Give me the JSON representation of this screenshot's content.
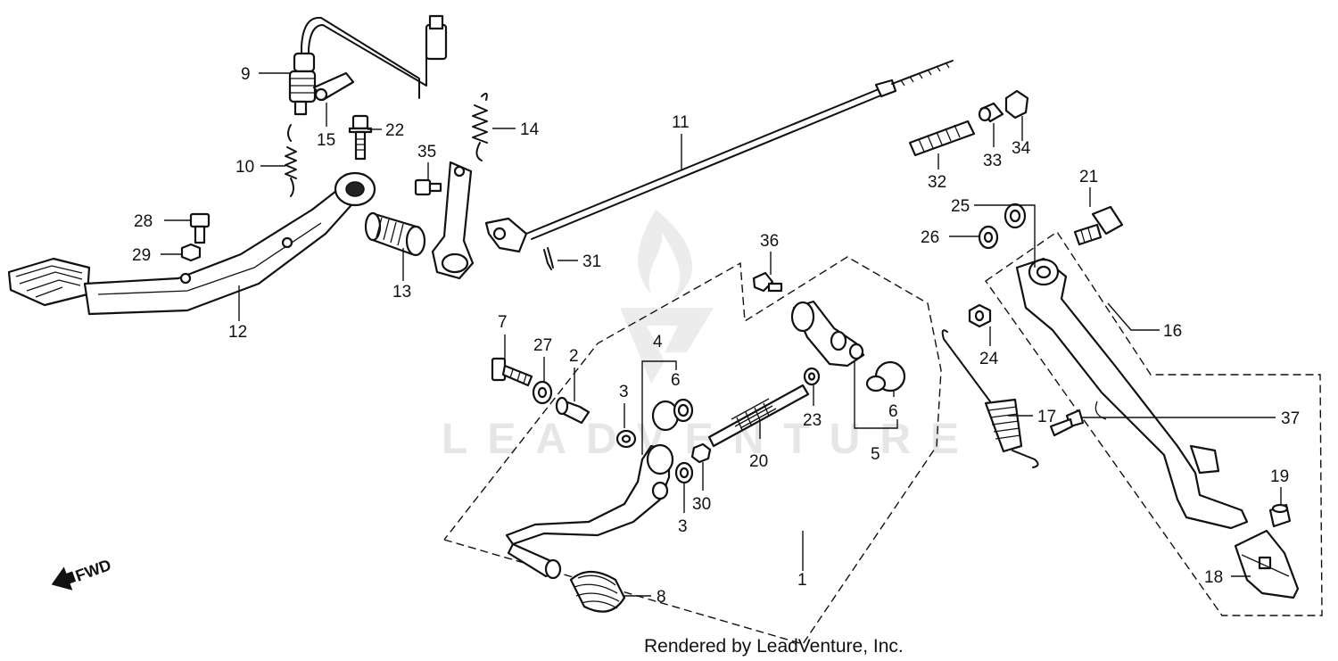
{
  "callouts": [
    {
      "id": "p9",
      "label": "9"
    },
    {
      "id": "p15",
      "label": "15"
    },
    {
      "id": "p22",
      "label": "22"
    },
    {
      "id": "p10",
      "label": "10"
    },
    {
      "id": "p14",
      "label": "14"
    },
    {
      "id": "p35",
      "label": "35"
    },
    {
      "id": "p11",
      "label": "11"
    },
    {
      "id": "p28",
      "label": "28"
    },
    {
      "id": "p29",
      "label": "29"
    },
    {
      "id": "p12",
      "label": "12"
    },
    {
      "id": "p13",
      "label": "13"
    },
    {
      "id": "p31",
      "label": "31"
    },
    {
      "id": "p36",
      "label": "36"
    },
    {
      "id": "p7",
      "label": "7"
    },
    {
      "id": "p27",
      "label": "27"
    },
    {
      "id": "p2",
      "label": "2"
    },
    {
      "id": "p4",
      "label": "4"
    },
    {
      "id": "p6a",
      "label": "6"
    },
    {
      "id": "p3a",
      "label": "3"
    },
    {
      "id": "p23",
      "label": "23"
    },
    {
      "id": "p6b",
      "label": "6"
    },
    {
      "id": "p20",
      "label": "20"
    },
    {
      "id": "p5",
      "label": "5"
    },
    {
      "id": "p30",
      "label": "30"
    },
    {
      "id": "p3b",
      "label": "3"
    },
    {
      "id": "p1",
      "label": "1"
    },
    {
      "id": "p8",
      "label": "8"
    },
    {
      "id": "p32",
      "label": "32"
    },
    {
      "id": "p33",
      "label": "33"
    },
    {
      "id": "p34",
      "label": "34"
    },
    {
      "id": "p21",
      "label": "21"
    },
    {
      "id": "p25",
      "label": "25"
    },
    {
      "id": "p26",
      "label": "26"
    },
    {
      "id": "p24",
      "label": "24"
    },
    {
      "id": "p16",
      "label": "16"
    },
    {
      "id": "p17",
      "label": "17"
    },
    {
      "id": "p37",
      "label": "37"
    },
    {
      "id": "p19",
      "label": "19"
    },
    {
      "id": "p18",
      "label": "18"
    }
  ],
  "fwd_label": "FWD",
  "watermark": "LEADVENTURE",
  "credit": "Rendered by LeadVenture, Inc."
}
